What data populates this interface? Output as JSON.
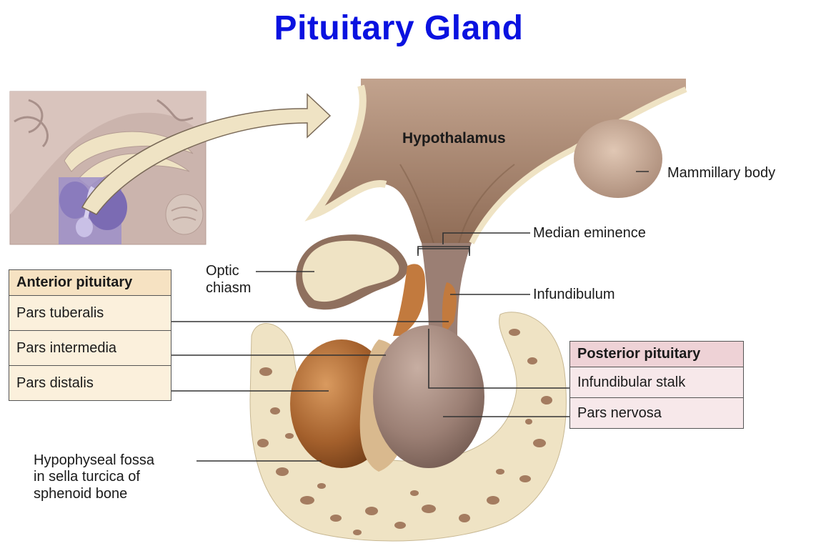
{
  "title": "Pituitary Gland",
  "labels": {
    "hypothalamus": "Hypothalamus",
    "mammillary_body": "Mammillary body",
    "median_eminence": "Median eminence",
    "optic_chiasm_1": "Optic",
    "optic_chiasm_2": "chiasm",
    "infundibulum": "Infundibulum",
    "fossa_1": "Hypophyseal fossa",
    "fossa_2": "in sella turcica of",
    "fossa_3": "sphenoid bone"
  },
  "anterior": {
    "header": "Anterior pituitary",
    "items": [
      "Pars tuberalis",
      "Pars intermedia",
      "Pars distalis"
    ]
  },
  "posterior": {
    "header": "Posterior pituitary",
    "items": [
      "Infundibular stalk",
      "Pars nervosa"
    ]
  },
  "colors": {
    "title": "#0a12e0",
    "bone": "#efe3c4",
    "hypothalamus": "#a3826b",
    "anterior_lobe": "#a4602c",
    "posterior_lobe": "#9b7f74",
    "brain_inset": "#cbb4ad",
    "inset_highlight": "#9d8fc9"
  }
}
